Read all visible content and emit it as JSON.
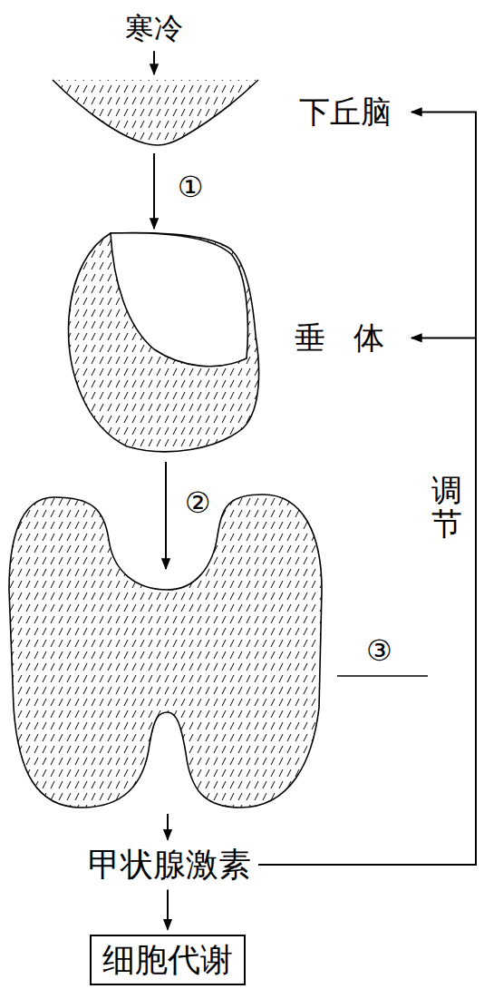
{
  "diagram": {
    "nodes": [
      {
        "text": [
          "寒冷"
        ]
      },
      {
        "text": [
          "下丘脑"
        ]
      },
      {
        "text": [
          "垂 体"
        ]
      },
      {
        "text": [
          "③"
        ]
      },
      {
        "text": [
          "甲状腺激素"
        ]
      },
      {
        "text": [
          "细胞代谢"
        ]
      }
    ],
    "edges": [
      {
        "from": 0,
        "to": 1,
        "arrow": "to"
      },
      {
        "from": 1,
        "to": 2,
        "label": "①",
        "arrow": "to"
      },
      {
        "from": 2,
        "to": 3,
        "label": "②",
        "arrow": "to"
      },
      {
        "from": 3,
        "to": 4,
        "arrow": "to"
      },
      {
        "from": 4,
        "to": 5,
        "arrow": "to"
      },
      {
        "from": 4,
        "to": 1,
        "arrow": "to"
      },
      {
        "from": 4,
        "to": 2,
        "arrow": "to"
      }
    ],
    "labels": [
      "调节"
    ]
  }
}
